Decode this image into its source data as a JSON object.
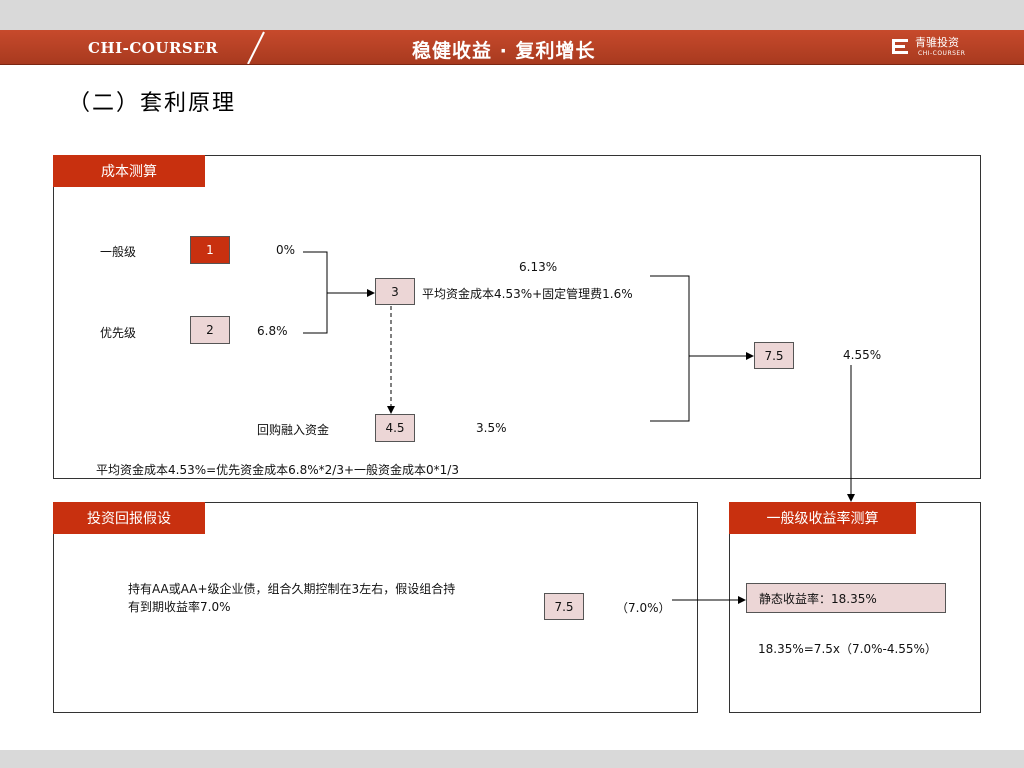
{
  "header": {
    "brand": "CHI-COURSER",
    "slogan": "稳健收益 · 复利增长",
    "logo_text": "青骓投资",
    "logo_sub": "CHI-COURSER",
    "logo_icon": "company-logo-icon"
  },
  "page_title": "（二）套利原理",
  "cost_panel": {
    "tab": "成本测算",
    "general_label": "一般级",
    "general_box": "1",
    "general_rate": "0%",
    "priority_label": "优先级",
    "priority_box": "2",
    "priority_rate": "6.8%",
    "combined_box": "3",
    "combined_rate": "6.13%",
    "combined_formula": "平均资金成本4.53%+固定管理费1.6%",
    "repo_label": "回购融入资金",
    "repo_box": "4.5",
    "repo_rate": "3.5%",
    "leverage_box": "7.5",
    "leverage_rate": "4.55%",
    "footnote": "平均资金成本4.53%=优先资金成本6.8%*2/3+一般资金成本0*1/3"
  },
  "return_panel": {
    "tab": "投资回报假设",
    "description": "持有AA或AA+级企业债，组合久期控制在3左右，假设组合持有到期收益率7.0%",
    "box": "7.5",
    "rate": "（7.0%）"
  },
  "yield_panel": {
    "tab": "一般级收益率测算",
    "static_yield": "静态收益率：18.35%",
    "formula": "18.35%=7.5x（7.0%-4.55%）"
  },
  "colors": {
    "banner": "#b8411f",
    "tab": "#c8300f",
    "box_fill": "#ecd6d6"
  }
}
